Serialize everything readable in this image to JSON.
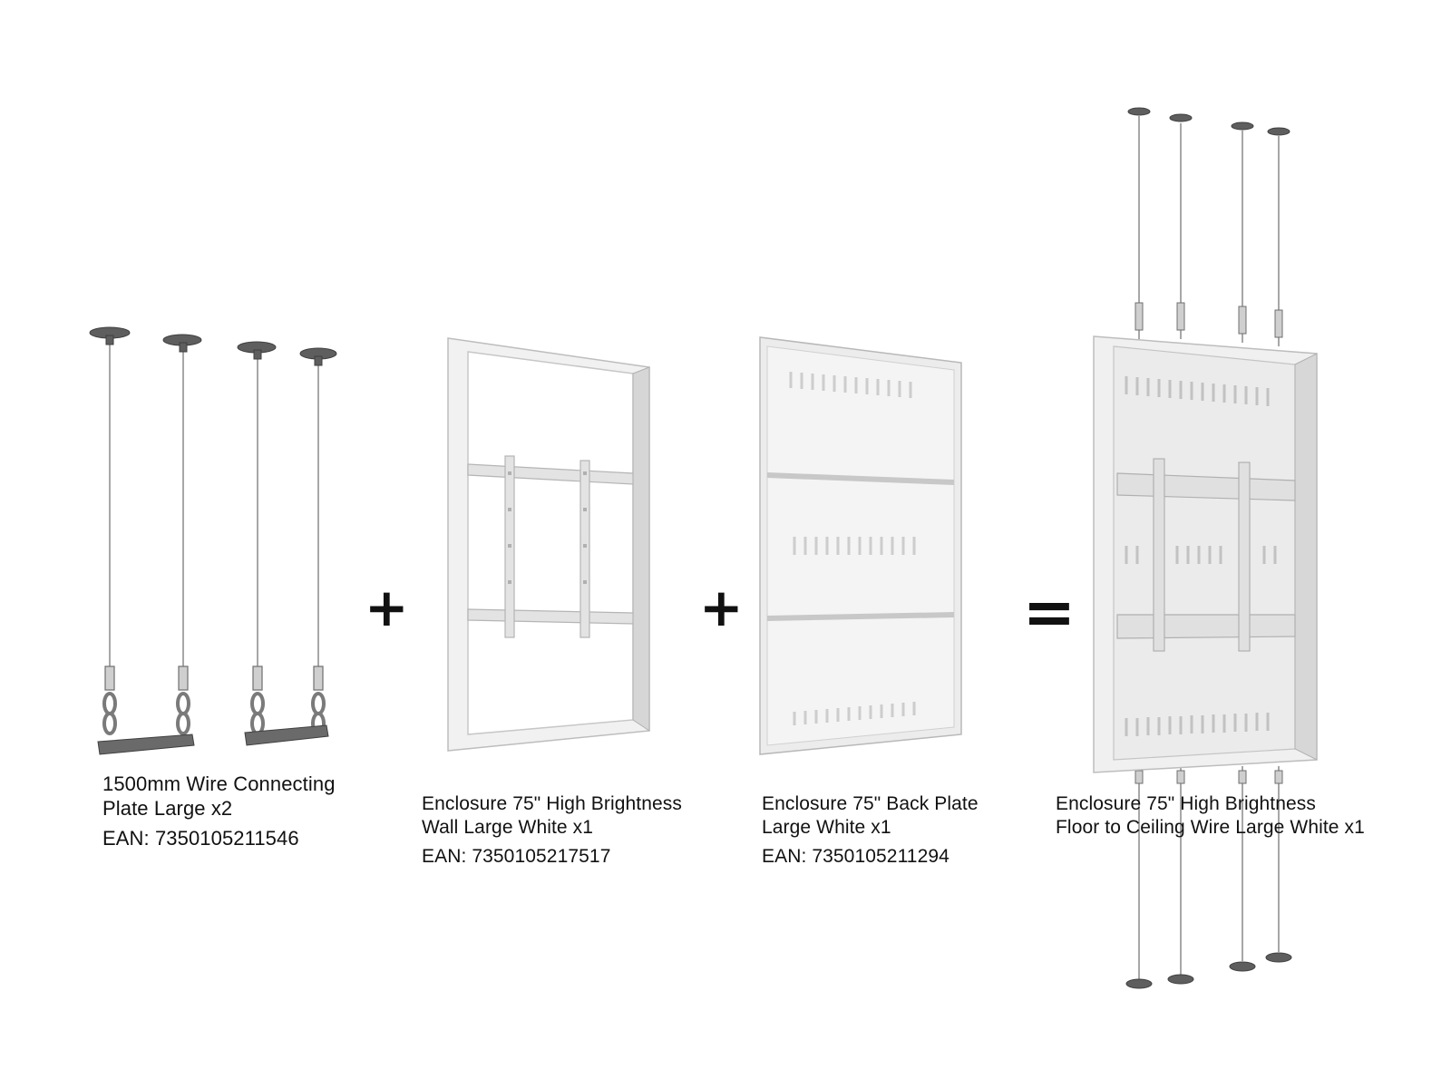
{
  "products": [
    {
      "title_line1": "1500mm Wire Connecting",
      "title_line2": "Plate Large x2",
      "ean": "EAN: 7350105211546"
    },
    {
      "title_line1": "Enclosure 75\" High Brightness",
      "title_line2": "Wall Large White x1",
      "ean": "EAN: 7350105217517"
    },
    {
      "title_line1": "Enclosure 75\" Back Plate",
      "title_line2": "Large White x1",
      "ean": "EAN: 7350105211294"
    },
    {
      "title_line1": "Enclosure 75\" High Brightness",
      "title_line2": "Floor to Ceiling Wire Large White x1"
    }
  ],
  "operators": {
    "plus1": "+",
    "plus2": "+",
    "equals": "="
  },
  "colors": {
    "background": "#ffffff",
    "text": "#111111",
    "metal_light": "#e6e6e6",
    "metal_dark": "#6a6a6a"
  }
}
